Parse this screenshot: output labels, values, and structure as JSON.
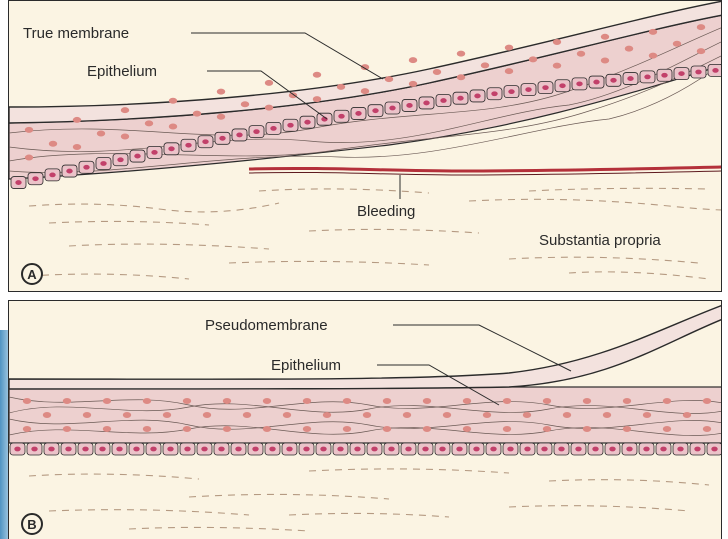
{
  "panel_a": {
    "badge": "A",
    "labels": {
      "true_membrane": "True membrane",
      "epithelium": "Epithelium",
      "bleeding": "Bleeding",
      "substantia_propria": "Substantia propria"
    }
  },
  "panel_b": {
    "badge": "B",
    "labels": {
      "pseudomembrane": "Pseudomembrane",
      "epithelium": "Epithelium"
    }
  },
  "colors": {
    "background": "#fbf4e3",
    "membrane": "#efd9d6",
    "epithelium": "#edd0cf",
    "cell_nucleus": "#dd8a84",
    "basal_cell": "#c2406a",
    "bleeding": "#b4303a",
    "left_accent": "#7fb6d8"
  }
}
